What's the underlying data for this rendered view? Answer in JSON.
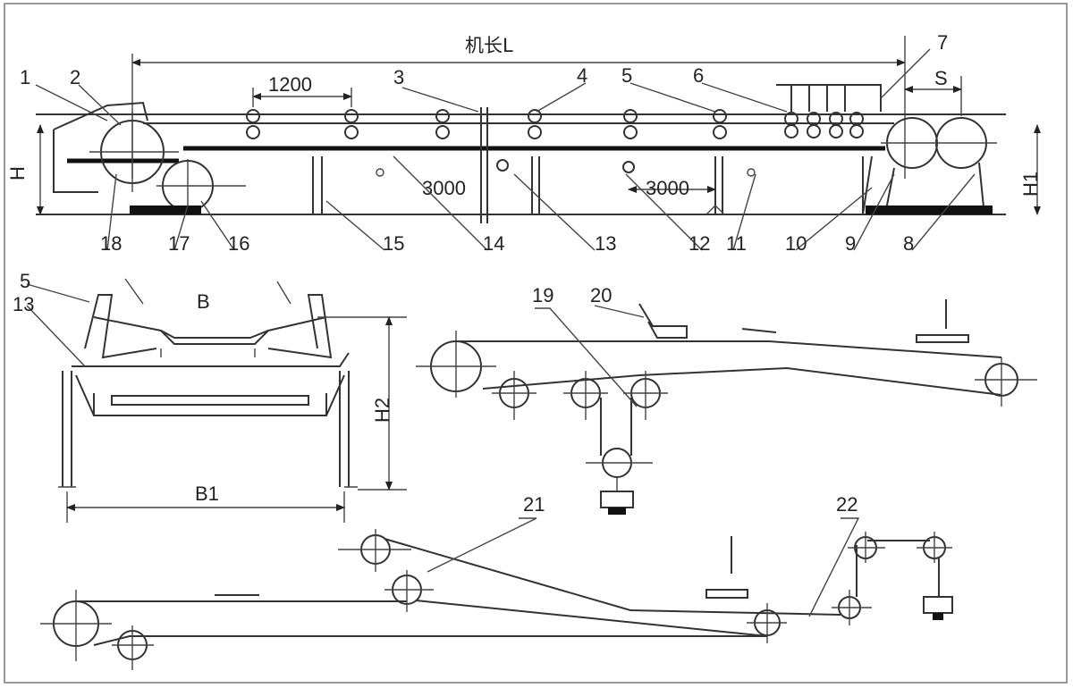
{
  "diagram": {
    "main_view": {
      "title": "机长L",
      "dims": {
        "pitch_carry": "1200",
        "frame_pitch_1": "3000",
        "frame_pitch_2": "3000",
        "height_left": "H",
        "height_right": "H1",
        "spacing": "S"
      },
      "labels": [
        "1",
        "2",
        "3",
        "4",
        "5",
        "6",
        "7",
        "8",
        "9",
        "10",
        "11",
        "12",
        "13",
        "14",
        "15",
        "16",
        "17",
        "18"
      ]
    },
    "cross_section": {
      "labels": [
        "5",
        "13"
      ],
      "dims": {
        "belt_width": "B",
        "frame_width": "B1",
        "height": "H2"
      }
    },
    "takeup_view_1": {
      "labels": [
        "19",
        "20"
      ]
    },
    "takeup_view_2": {
      "labels": [
        "21",
        "22"
      ]
    }
  }
}
